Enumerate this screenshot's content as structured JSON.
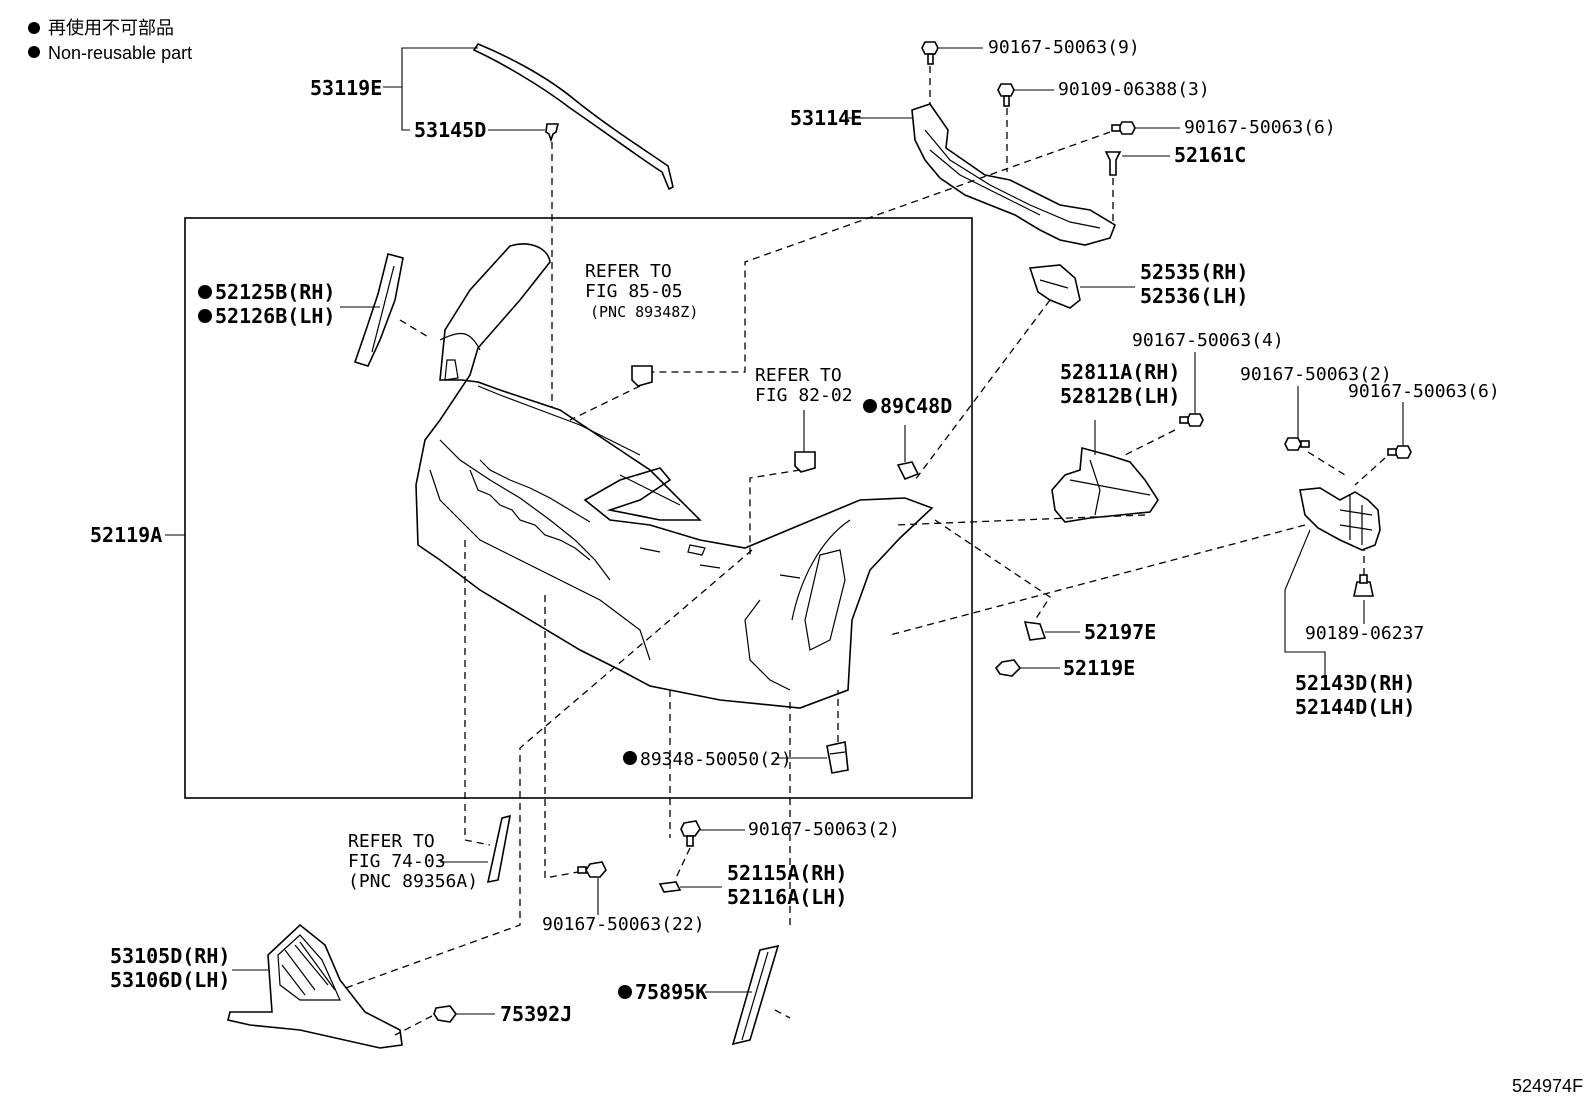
{
  "legend": {
    "jp": "再使用不可部品",
    "en": "Non-reusable part"
  },
  "labels": {
    "p53119E": "53119E",
    "p53145D": "53145D",
    "p53114E": "53114E",
    "f90167_9": "90167-50063(9)",
    "f90109_3": "90109-06388(3)",
    "f90167_6a": "90167-50063(6)",
    "p52161C": "52161C",
    "p52535": "52535(RH)",
    "p52536": "52536(LH)",
    "p52125B": "52125B(RH)",
    "p52126B": "52126B(LH)",
    "refer1_l1": "REFER TO",
    "refer1_l2": "FIG 85-05",
    "refer1_l3": "(PNC 89348Z)",
    "refer2_l1": "REFER TO",
    "refer2_l2": "FIG 82-02",
    "p89C48D": "89C48D",
    "f90167_4": "90167-50063(4)",
    "p52811A": "52811A(RH)",
    "p52812B": "52812B(LH)",
    "f90167_2a": "90167-50063(2)",
    "f90167_6b": "90167-50063(6)",
    "p52119A": "52119A",
    "p52197E": "52197E",
    "p52119E": "52119E",
    "f90189": "90189-06237",
    "p52143D": "52143D(RH)",
    "p52144D": "52144D(LH)",
    "p89348": "89348-50050(2)",
    "f90167_2b": "90167-50063(2)",
    "refer3_l1": "REFER TO",
    "refer3_l2": "FIG 74-03",
    "refer3_l3": "(PNC 89356A)",
    "p52115A": "52115A(RH)",
    "p52116A": "52116A(LH)",
    "f90167_22": "90167-50063(22)",
    "p53105D": "53105D(RH)",
    "p53106D": "53106D(LH)",
    "p75392J": "75392J",
    "p75895K": "75895K",
    "diagram_id": "524974F"
  }
}
